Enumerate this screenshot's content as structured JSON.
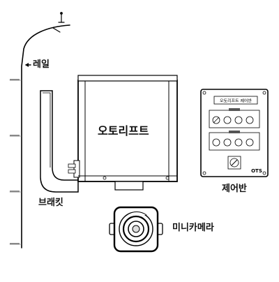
{
  "labels": {
    "rail": "레일",
    "auto_lift": "오토리프트",
    "bracket": "브래킷",
    "control_panel": "제어반",
    "mini_camera": "미니카메라"
  },
  "panel": {
    "title": "오토리프트 제어반",
    "brand": "OTS"
  }
}
